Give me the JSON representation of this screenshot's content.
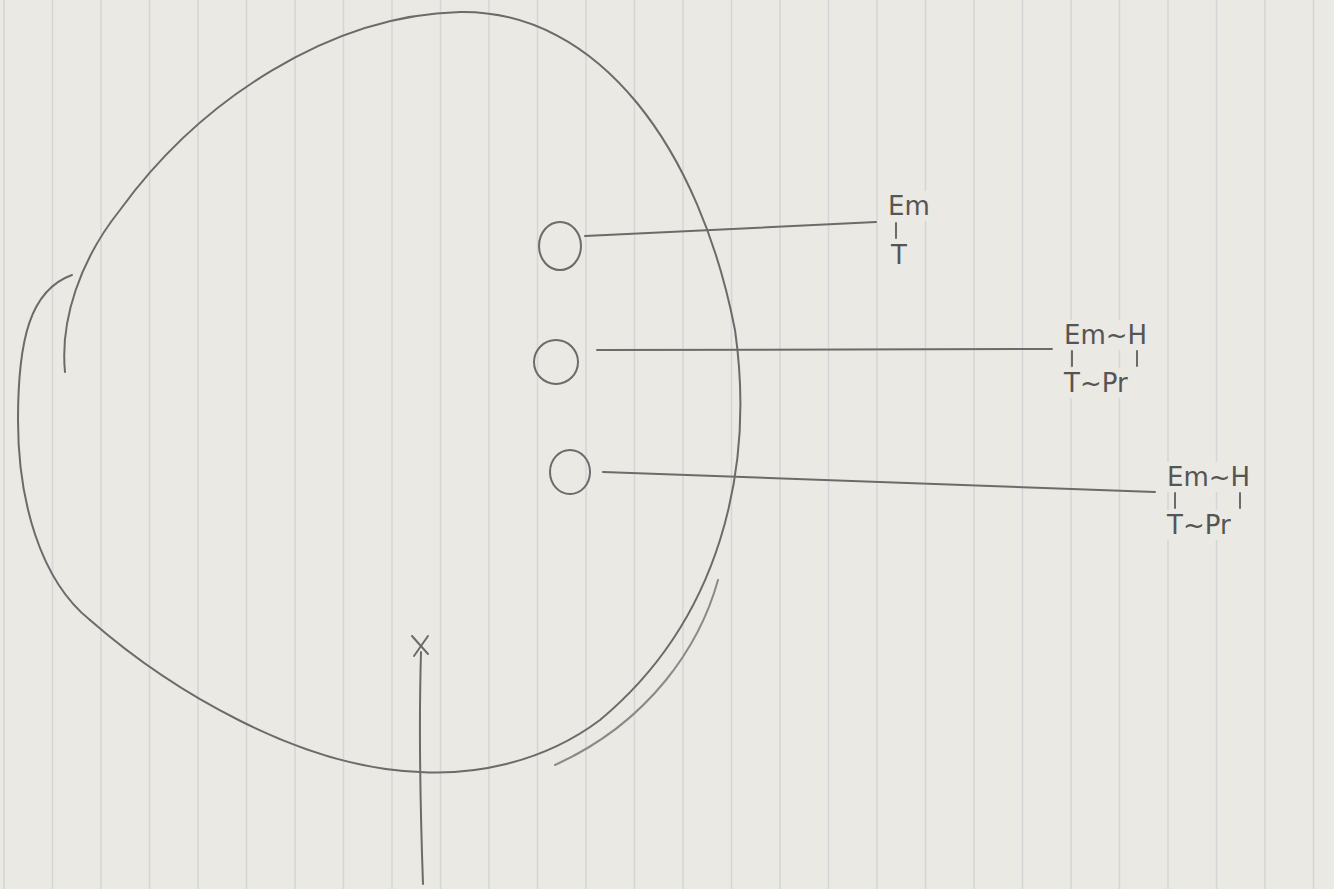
{
  "diagram": {
    "labels": [
      "Em",
      "T",
      "Em~H",
      "T~Pr",
      "Em~H",
      "T~Pr"
    ]
  }
}
